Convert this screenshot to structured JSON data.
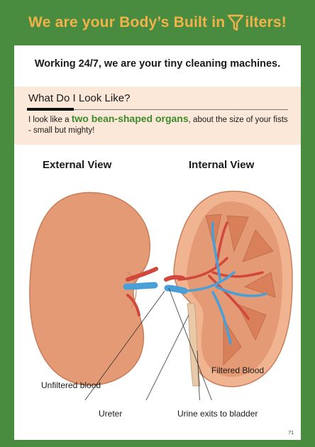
{
  "header": {
    "title_before": "We are your Body’s Built in",
    "title_after": "ilters!"
  },
  "subtitle": "Working 24/7, we are your tiny cleaning machines.",
  "section": {
    "heading": "What Do I Look Like?",
    "text_before": "I look like a ",
    "highlight": "two bean-shaped organs",
    "text_after": ", about the size of your fists - small but mighty!"
  },
  "views": {
    "external": "External View",
    "internal": "Internal View"
  },
  "callouts": {
    "unfiltered": "Unfiltered blood",
    "filtered": "Filtered Blood",
    "ureter": "Ureter",
    "urine": "Urine exits to bladder"
  },
  "page_number": "71",
  "colors": {
    "border_green": "#4a8c3f",
    "title_orange": "#f1b24a",
    "box_peach": "#fce8d8",
    "highlight_green": "#3f8a2c",
    "kidney": "#e49a74",
    "artery": "#d2473b",
    "vein": "#4a9fd6"
  }
}
